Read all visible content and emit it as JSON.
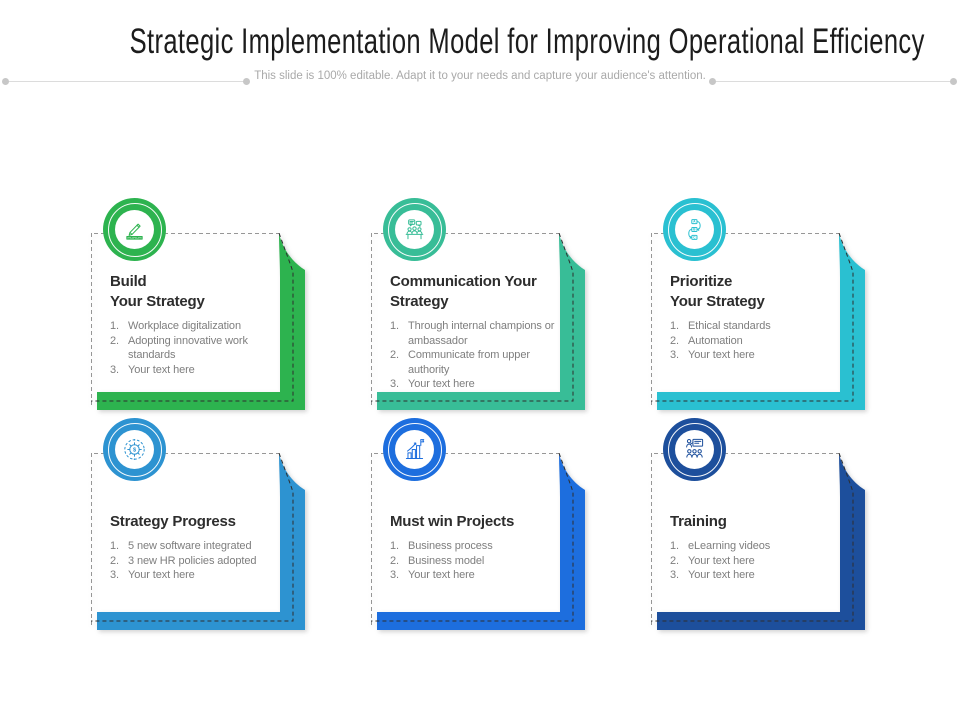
{
  "header": {
    "title": "Strategic Implementation Model for Improving Operational Efficiency",
    "subtitle": "This slide is 100% editable. Adapt it to your needs and capture your audience's attention."
  },
  "cards": [
    {
      "id": "build-your-strategy",
      "title_lines": [
        "Build",
        "Your Strategy"
      ],
      "icon": "pencil-bricks-icon",
      "color": "#2db34f",
      "items": [
        [
          "Workplace digitalization"
        ],
        [
          "Adopting innovative work",
          "standards"
        ],
        [
          "Your text here"
        ]
      ]
    },
    {
      "id": "communication-your-strategy",
      "title_lines": [
        "Communication Your",
        "Strategy"
      ],
      "icon": "team-communication-icon",
      "color": "#38bd97",
      "items": [
        [
          "Through internal champions or",
          "ambassador"
        ],
        [
          "Communicate from upper",
          "authority"
        ],
        [
          "Your text here"
        ]
      ]
    },
    {
      "id": "prioritize-your-strategy",
      "title_lines": [
        "Prioritize",
        "Your Strategy"
      ],
      "icon": "abc-priority-icon",
      "color": "#2ac0d1",
      "items": [
        [
          "Ethical standards"
        ],
        [
          "Automation"
        ],
        [
          "Your text here"
        ]
      ]
    },
    {
      "id": "strategy-progress",
      "title_lines": [
        "Strategy Progress"
      ],
      "icon": "gear-dollar-icon",
      "color": "#2d93d1",
      "items": [
        [
          "5 new software integrated"
        ],
        [
          "3 new HR policies adopted"
        ],
        [
          "Your text here"
        ]
      ]
    },
    {
      "id": "must-win-projects",
      "title_lines": [
        "Must win Projects"
      ],
      "icon": "growth-flag-icon",
      "color": "#1d6ede",
      "items": [
        [
          "Business process"
        ],
        [
          "Business model"
        ],
        [
          "Your text here"
        ]
      ]
    },
    {
      "id": "training",
      "title_lines": [
        "Training"
      ],
      "icon": "training-presentation-icon",
      "color": "#1d4f9c",
      "items": [
        [
          "eLearning videos"
        ],
        [
          "Your text here"
        ],
        [
          "Your text here"
        ]
      ]
    }
  ]
}
